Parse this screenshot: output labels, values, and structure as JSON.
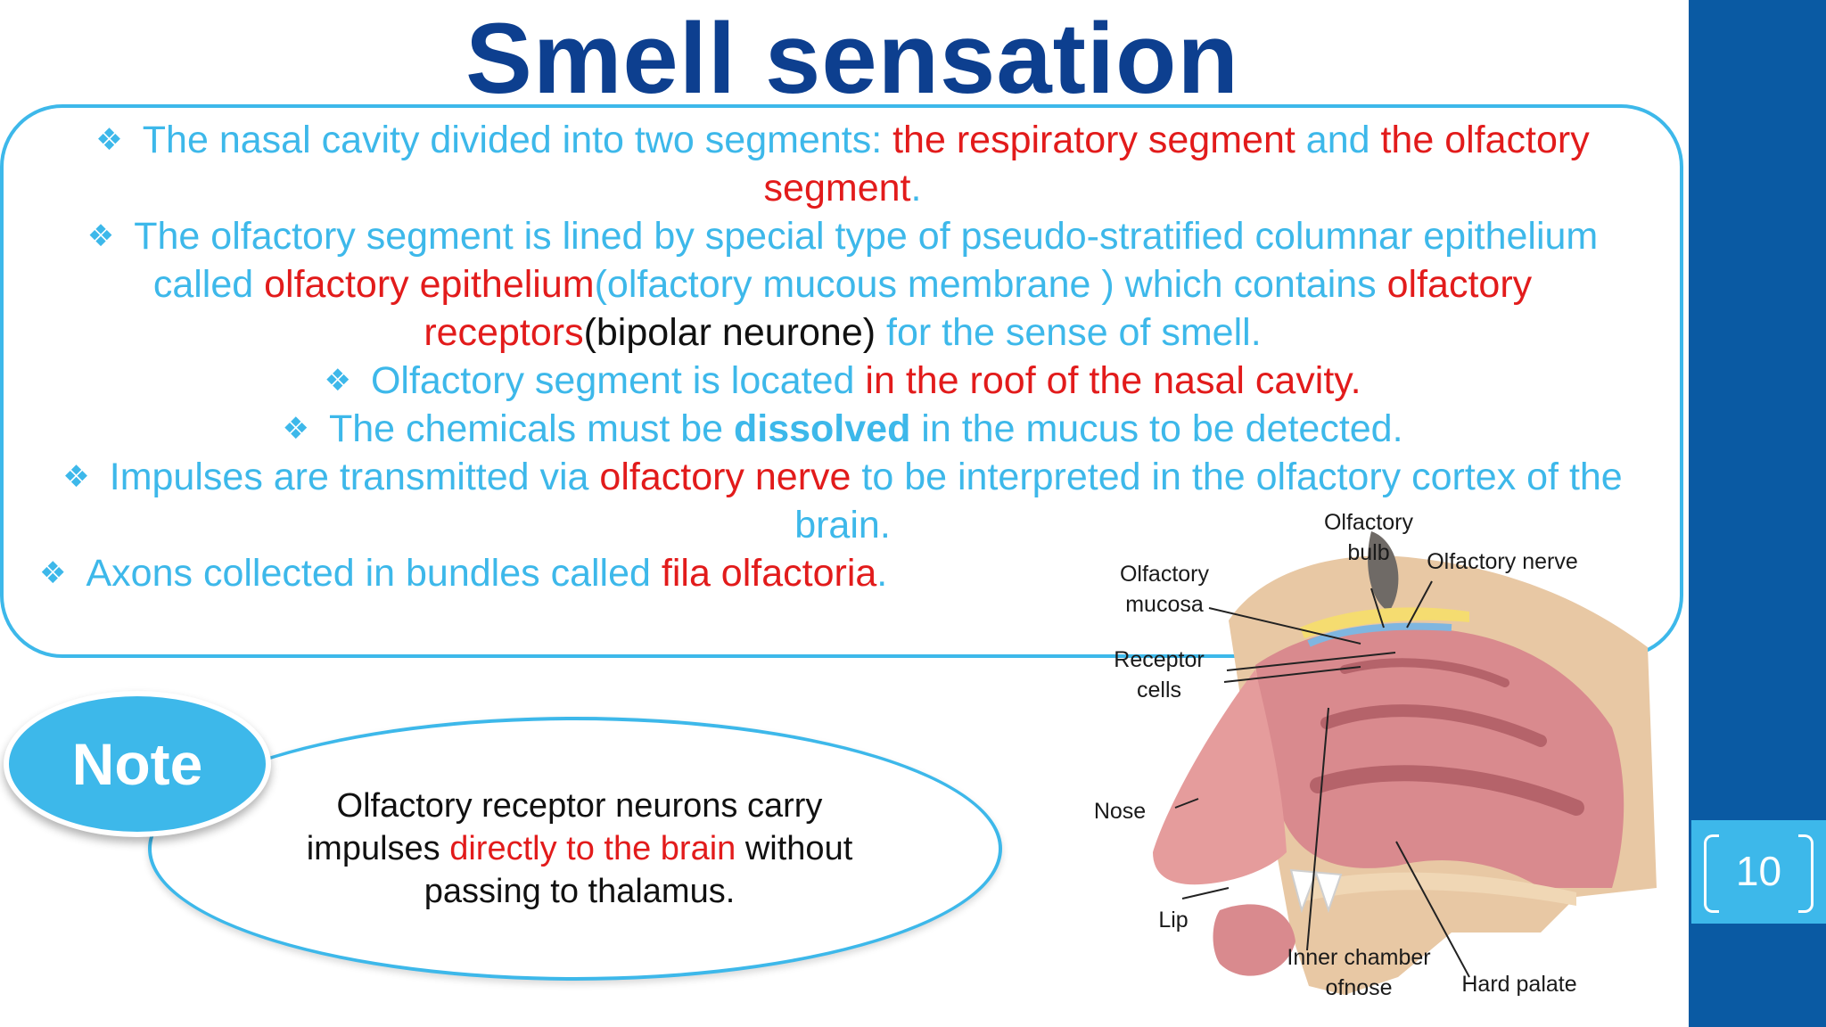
{
  "slide": {
    "title": "Smell sensation",
    "page_number": "10",
    "bullet_marker": "❖",
    "bullets": [
      {
        "seg": [
          "The nasal cavity divided into two segments: ",
          "the respiratory segment",
          " and ",
          "the olfactory segment",
          "."
        ]
      },
      {
        "seg": [
          "The olfactory segment is lined by special type of pseudo-stratified columnar epithelium called ",
          "olfactory epithelium",
          "(olfactory mucous  membrane ) which contains ",
          "olfactory  receptors",
          "(bipolar neurone)",
          " for the sense of smell."
        ]
      },
      {
        "seg": [
          "Olfactory segment is located ",
          "in the roof of the nasal cavity."
        ]
      },
      {
        "seg": [
          "The chemicals must be ",
          "dissolved",
          " in the mucus to be detected."
        ]
      },
      {
        "seg": [
          "Impulses are transmitted via ",
          "olfactory nerve",
          " to be interpreted in the olfactory cortex of the brain."
        ]
      },
      {
        "seg": [
          "Axons collected in bundles called ",
          "fila olfactoria",
          "."
        ]
      }
    ],
    "note": {
      "badge": "Note",
      "text_before": "Olfactory receptor neurons carry impulses ",
      "text_highlight": "directly to the brain",
      "text_after": " without passing to thalamus."
    },
    "figure": {
      "labels": {
        "olfactory_bulb_1": "Olfactory",
        "olfactory_bulb_2": "bulb",
        "olfactory_nerve": "Olfactory nerve",
        "olfactory_mucosa_1": "Olfactory",
        "olfactory_mucosa_2": "mucosa",
        "receptor_cells_1": "Receptor",
        "receptor_cells_2": "cells",
        "nose": "Nose",
        "lip": "Lip",
        "inner_chamber_1": "Inner chamber",
        "inner_chamber_2": "ofnose",
        "hard_palate": "Hard palate"
      }
    },
    "colors": {
      "title": "#0d3f8f",
      "accent": "#3db8ea",
      "highlight": "#e21b1b",
      "sidebar": "#0a5aa3"
    }
  }
}
